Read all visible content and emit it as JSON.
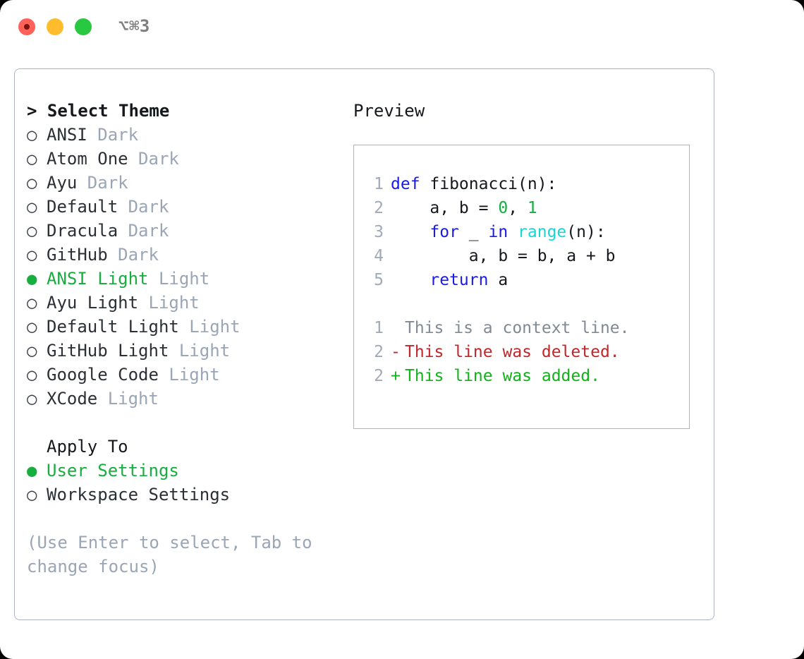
{
  "titlebar": {
    "shortcut": "⌥⌘3",
    "dots": [
      "close-dot",
      "minimize-dot",
      "maximize-dot"
    ]
  },
  "theme_picker": {
    "header": "> Select Theme",
    "options": [
      {
        "bullet": "○",
        "name": "ANSI",
        "suffix": " Dark",
        "selected": false
      },
      {
        "bullet": "○",
        "name": "Atom One",
        "suffix": " Dark",
        "selected": false
      },
      {
        "bullet": "○",
        "name": "Ayu",
        "suffix": " Dark",
        "selected": false
      },
      {
        "bullet": "○",
        "name": "Default",
        "suffix": " Dark",
        "selected": false
      },
      {
        "bullet": "○",
        "name": "Dracula",
        "suffix": " Dark",
        "selected": false
      },
      {
        "bullet": "○",
        "name": "GitHub",
        "suffix": " Dark",
        "selected": false
      },
      {
        "bullet": "●",
        "name": "ANSI Light",
        "suffix": " Light",
        "selected": true
      },
      {
        "bullet": "○",
        "name": "Ayu Light",
        "suffix": " Light",
        "selected": false
      },
      {
        "bullet": "○",
        "name": "Default Light",
        "suffix": " Light",
        "selected": false
      },
      {
        "bullet": "○",
        "name": "GitHub Light",
        "suffix": " Light",
        "selected": false
      },
      {
        "bullet": "○",
        "name": "Google Code",
        "suffix": " Light",
        "selected": false
      },
      {
        "bullet": "○",
        "name": "XCode",
        "suffix": " Light",
        "selected": false
      }
    ]
  },
  "apply_to": {
    "header": "Apply To",
    "options": [
      {
        "bullet": "●",
        "name": "User Settings",
        "suffix": "",
        "selected": true
      },
      {
        "bullet": "○",
        "name": "Workspace Settings",
        "suffix": "",
        "selected": false
      }
    ]
  },
  "hint": "(Use Enter to select, Tab to change focus)",
  "preview": {
    "header": "Preview",
    "code_lines": [
      {
        "no": "1",
        "tokens": [
          {
            "t": "def",
            "c": "kw"
          },
          {
            "t": " fibonacci(n):",
            "c": "code-text"
          }
        ]
      },
      {
        "no": "2",
        "tokens": [
          {
            "t": "    a, b = ",
            "c": "code-text"
          },
          {
            "t": "0",
            "c": "num"
          },
          {
            "t": ", ",
            "c": "code-text"
          },
          {
            "t": "1",
            "c": "num"
          }
        ]
      },
      {
        "no": "3",
        "tokens": [
          {
            "t": "    ",
            "c": "code-text"
          },
          {
            "t": "for",
            "c": "kw"
          },
          {
            "t": " _ ",
            "c": "code-text"
          },
          {
            "t": "in",
            "c": "kw"
          },
          {
            "t": " ",
            "c": "code-text"
          },
          {
            "t": "range",
            "c": "fn"
          },
          {
            "t": "(n):",
            "c": "code-text"
          }
        ]
      },
      {
        "no": "4",
        "tokens": [
          {
            "t": "        a, b = b, a + b",
            "c": "code-text"
          }
        ]
      },
      {
        "no": "5",
        "tokens": [
          {
            "t": "    ",
            "c": "code-text"
          },
          {
            "t": "return",
            "c": "kw"
          },
          {
            "t": " a",
            "c": "code-text"
          }
        ]
      }
    ],
    "diff_lines": [
      {
        "no": "1",
        "mark": " ",
        "text": "This is a context line.",
        "kind": "diff-ctx"
      },
      {
        "no": "2",
        "mark": "-",
        "text": "This line was deleted.",
        "kind": "diff-del"
      },
      {
        "no": "2",
        "mark": "+",
        "text": "This line was added.",
        "kind": "diff-add"
      }
    ]
  },
  "colors": {
    "accent_green": "#17ad3f",
    "keyword_blue": "#1a1aec",
    "function_cyan": "#18d6d6",
    "diff_delete_red": "#c0262a",
    "diff_add_green": "#11b21a",
    "muted_gray": "#9aa5b5",
    "border": "#aab4c4"
  }
}
